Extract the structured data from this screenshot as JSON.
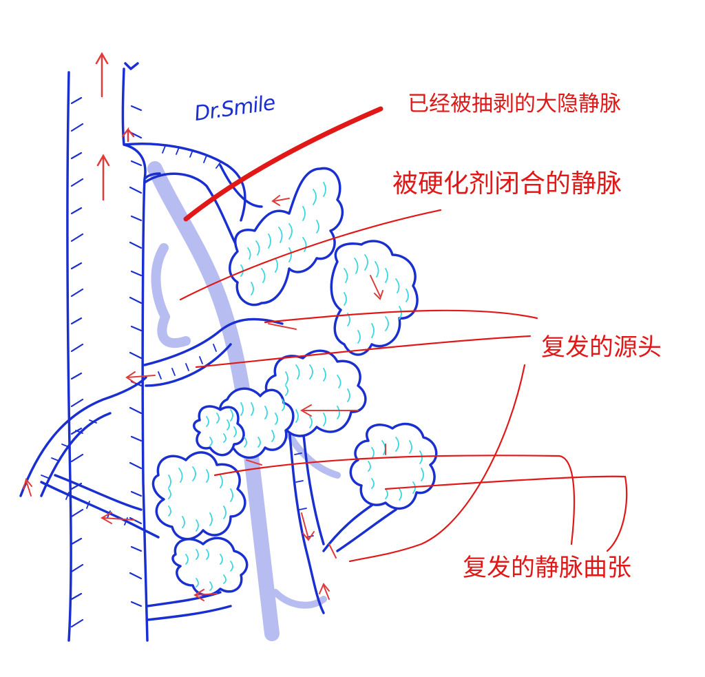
{
  "signature": "Dr.Smile",
  "labels": {
    "stripped_gsv": "已经被抽剥的大隐静脉",
    "sclerosed_vein": "被硬化剂闭合的静脉",
    "recurrence_source": "复发的源头",
    "recurrent_varicosity": "复发的静脉曲张"
  },
  "colors": {
    "vein_outline": "#1a2fd0",
    "varicosity_fill": "#3ad6e0",
    "label_red": "#e01818",
    "flow_arrow": "#e03a3a",
    "stripped_track": "#b7bdf0"
  }
}
